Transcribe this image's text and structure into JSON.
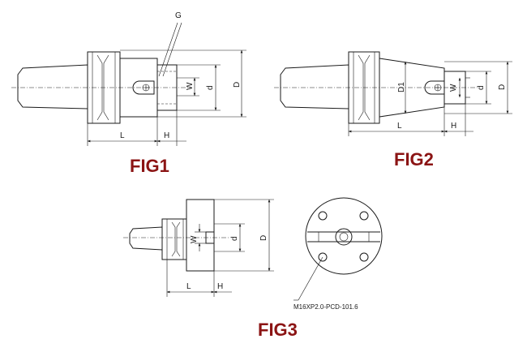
{
  "figures": {
    "fig1": {
      "title": "FIG1",
      "labels": {
        "g": "G",
        "w": "W",
        "d": "d",
        "D": "D",
        "L": "L",
        "H": "H"
      }
    },
    "fig2": {
      "title": "FIG2",
      "labels": {
        "d1": "D1",
        "w": "W",
        "d": "d",
        "D": "D",
        "L": "L",
        "H": "H"
      }
    },
    "fig3": {
      "title": "FIG3",
      "labels": {
        "w": "W",
        "d": "d",
        "D": "D",
        "L": "L",
        "H": "H"
      },
      "bolt_note": "M16XP2.0-PCD-101.6"
    }
  },
  "colors": {
    "title": "#8b1414",
    "line": "#1a1a1a"
  }
}
